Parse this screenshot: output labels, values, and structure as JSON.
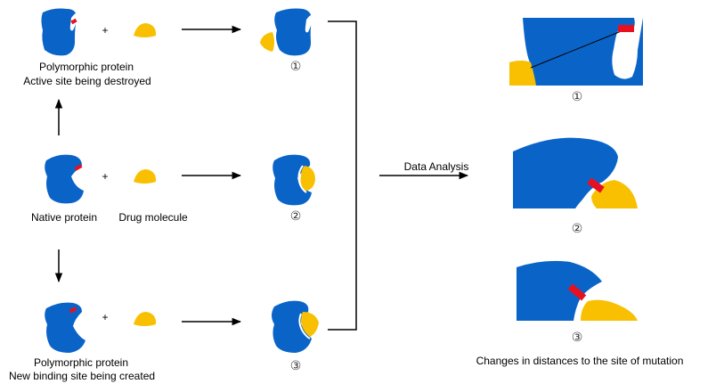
{
  "labels": {
    "polymorphic_protein_top": "Polymorphic protein",
    "active_site_destroyed": "Active site being destroyed",
    "native_protein": "Native protein",
    "drug_molecule": "Drug molecule",
    "polymorphic_protein_bottom": "Polymorphic protein",
    "new_binding_site": "New binding site being created",
    "data_analysis": "Data Analysis",
    "changes_in_distances": "Changes in distances to the site of mutation"
  },
  "symbols": {
    "plus": "+",
    "circled_1": "①",
    "circled_2": "②",
    "circled_3": "③"
  },
  "colors": {
    "protein_blue": "#0a64c8",
    "drug_yellow": "#f8c000",
    "mutation_red": "#e81020",
    "arrow_black": "#000000"
  }
}
